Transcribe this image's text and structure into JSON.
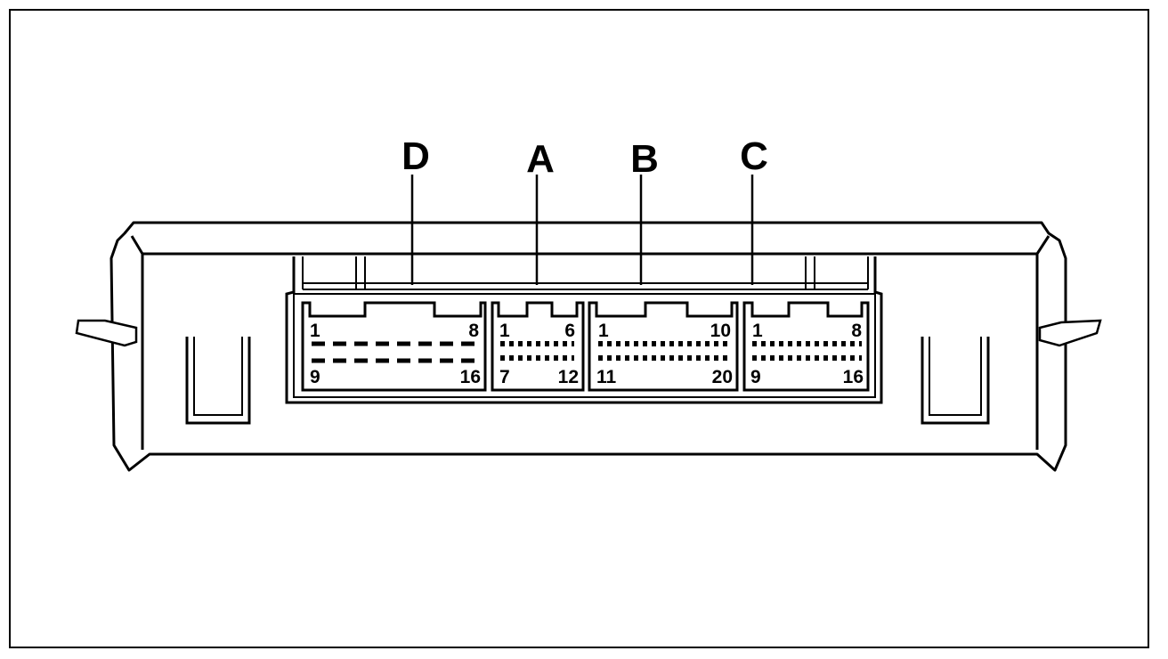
{
  "diagram": {
    "colors": {
      "ink": "#000000",
      "paper": "#ffffff"
    },
    "connectors": [
      {
        "id": "D",
        "callout": "D",
        "pins": {
          "top_first": "1",
          "top_last": "8",
          "bottom_first": "9",
          "bottom_last": "16"
        },
        "rows": [
          8,
          8
        ],
        "pin_style": "dash"
      },
      {
        "id": "A",
        "callout": "A",
        "pins": {
          "top_first": "1",
          "top_last": "6",
          "bottom_first": "7",
          "bottom_last": "12"
        },
        "rows": [
          6,
          6
        ],
        "pin_style": "dot"
      },
      {
        "id": "B",
        "callout": "B",
        "pins": {
          "top_first": "1",
          "top_last": "10",
          "bottom_first": "11",
          "bottom_last": "20"
        },
        "rows": [
          10,
          10
        ],
        "pin_style": "dot"
      },
      {
        "id": "C",
        "callout": "C",
        "pins": {
          "top_first": "1",
          "top_last": "8",
          "bottom_first": "9",
          "bottom_last": "16"
        },
        "rows": [
          8,
          8
        ],
        "pin_style": "dot"
      }
    ]
  }
}
